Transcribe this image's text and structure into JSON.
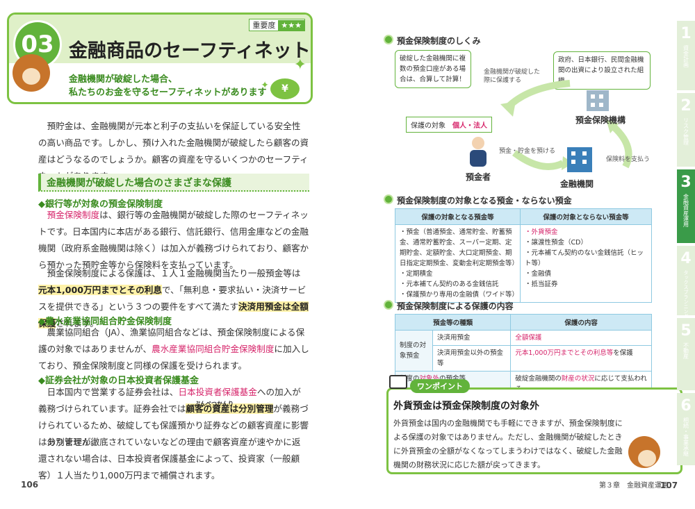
{
  "header": {
    "chapter_num": "03",
    "importance_label": "重要度",
    "importance_stars": "★★★",
    "title": "金融商品のセーフティネット",
    "subtitle_line1": "金融機関が破綻した場合、",
    "subtitle_line2": "私たちのお金を守るセーフティネットがあります",
    "coin_symbol": "¥"
  },
  "intro": [
    "預貯金は、金融機関が元本と利子の支払いを保証している安全性の高い商品です。しかし、預け入れた金融機関が破綻したら顧客の資産はどうなるのでしょうか。顧客の資産を守るいくつかのセーフティネットがあります。"
  ],
  "section1": {
    "heading": "金融機関が破綻した場合のさまざまな保護",
    "sub1": {
      "heading": "◆銀行等が対象の預金保険制度",
      "p1_a": "預金保険制度",
      "p1_b": "は、銀行等の金融機関が破綻した際のセーフティネットです。日本国内に本店がある銀行、信託銀行、信用金庫などの金融機関（政府系金融機関は除く）は加入が義務づけられており、顧客から預かった預貯金等から保険料を支払っています。",
      "p2_a": "預金保険制度による保護は、１人１金融機関当たり一般預金等は",
      "p2_hl": "元本1,000万円までとその利息",
      "p2_b": "で、「無利息・要求払い・決済サービスを提供できる」という３つの要件をすべて満たす",
      "p2_hl2": "決済用預金は全額保護",
      "p2_c": "されます。"
    },
    "sub2": {
      "heading": "◆農水産業協同組合貯金保険制度",
      "p_a": "農業協同組合（JA）、漁業協同組合などは、預金保険制度による保護の対象ではありませんが、",
      "p_pink": "農水産業協同組合貯金保険制度",
      "p_b": "に加入しており、預金保険制度と同様の保護を受けられます。"
    },
    "sub3": {
      "heading": "◆証券会社が対象の日本投資者保護基金",
      "p1_a": "日本国内で営業する証券会社は、",
      "p1_pink": "日本投資者保護基金",
      "p1_b": "への加入が義務づけられています。証券会社では",
      "p1_hl": "顧客の資産は分別管理",
      "p1_ruby": "ぶんべつかんり",
      "p1_c": "が義務づけられているため、破綻しても保護預かり証券などの顧客資産に影響はありません。",
      "p2": "分別管理が徹底されていないなどの理由で顧客資産が速やかに返還されない場合は、日本投資者保護基金によって、投資家（一般顧客）１人当たり1,000万円まで補償されます。"
    }
  },
  "page_left_num": "106",
  "diagram1": {
    "title": "預金保険制度のしくみ",
    "bubble_left": "破綻した金融機関に複数の預金口座がある場合は、合算して計算！",
    "bubble_right": "政府、日本銀行、民間金融機関の出資により設立された組織",
    "arrow_top_label": "金融機関が破綻した際に保護する",
    "target_label": "保護の対象",
    "target_value": "個人・法人",
    "org_label": "預金保険機構",
    "depositor_label": "預金者",
    "bank_label": "金融機関",
    "arrow_deposit_label": "預金・貯金を預ける",
    "arrow_premium_label": "保険料を支払う"
  },
  "diagram2": {
    "title": "預金保険制度の対象となる預金・ならない預金",
    "col1_header": "保護の対象となる預金等",
    "col2_header": "保護の対象とならない預金等",
    "col1_items": [
      "・預金（普通預金、通常貯金、貯蓄預金、通常貯蓄貯金、スーパー定期、定期貯金、定額貯金、大口定期預金、期日指定定期預金、変動金利定期預金等）",
      "・定期積金",
      "・元本補てん契約のある金銭信託",
      "・保護預かり専用の金融債（ワイド等）"
    ],
    "col2_items": [
      "・外貨預金",
      "・譲渡性預金（CD）",
      "・元本補てん契約のない金銭信託（ヒット等）",
      "・金融債",
      "・抵当証券"
    ]
  },
  "diagram3": {
    "title": "預金保険制度による保護の内容",
    "h1": "預金等の種類",
    "h2": "保護の内容",
    "row_group": "制度の対象預金",
    "r1_type": "決済用預金",
    "r1_content": "全額保護",
    "r2_type": "決済用預金以外の預金等",
    "r2_content_a": "元本1,000万円までとその利息等",
    "r2_content_b": "を保護",
    "r3_type_a": "制度の",
    "r3_type_pink": "対象外",
    "r3_type_b": "の預金等",
    "r3_content_a": "破綻金融機関の",
    "r3_content_pink": "財産の状況",
    "r3_content_b": "に応じて支払われる"
  },
  "onepoint": {
    "label": "ワンポイント",
    "title": "外貨預金は預金保険制度の対象外",
    "text": "外貨預金は国内の金融機関でも手軽にできますが、預金保険制度による保護の対象ではありません。ただし、金融機関が破綻したときに外貨預金の全額がなくなってしまうわけではなく、破綻した金融機関の財務状況に応じた額が戻ってきます。"
  },
  "side_tabs": [
    {
      "num": "1",
      "text": "資金計画",
      "active": false
    },
    {
      "num": "2",
      "text": "リスク管理",
      "active": false
    },
    {
      "num": "3",
      "text": "金融資産運用",
      "active": true
    },
    {
      "num": "4",
      "text": "タックスプランニング",
      "active": false
    },
    {
      "num": "5",
      "text": "不動産",
      "active": false
    },
    {
      "num": "6",
      "text": "相続・事業承継",
      "active": false
    }
  ],
  "footer": {
    "chapter": "第３章　金融資産運用",
    "page_right_num": "107"
  }
}
